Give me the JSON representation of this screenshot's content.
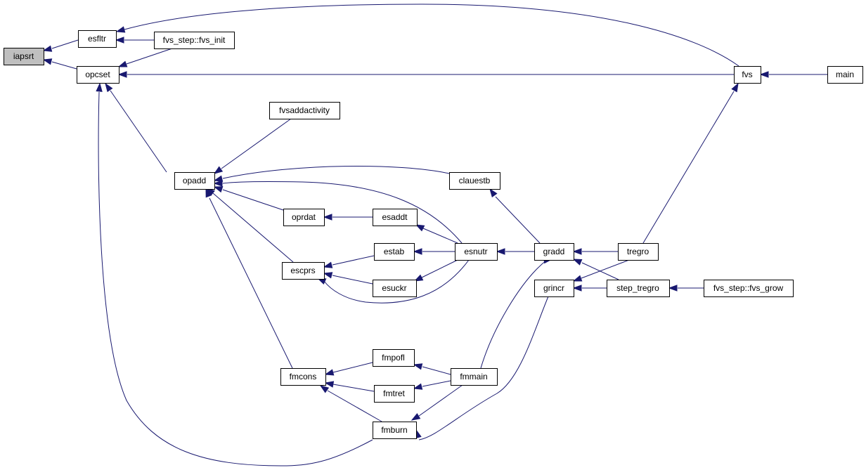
{
  "graph": {
    "nodes": [
      {
        "id": "iapsrt",
        "label": "iapsrt",
        "highlighted": true
      },
      {
        "id": "esfltr",
        "label": "esfltr"
      },
      {
        "id": "fvs_init",
        "label": "fvs_step::fvs_init"
      },
      {
        "id": "opcset",
        "label": "opcset"
      },
      {
        "id": "fvs",
        "label": "fvs"
      },
      {
        "id": "main",
        "label": "main"
      },
      {
        "id": "fvsaddactivity",
        "label": "fvsaddactivity"
      },
      {
        "id": "opadd",
        "label": "opadd"
      },
      {
        "id": "clauestb",
        "label": "clauestb"
      },
      {
        "id": "oprdat",
        "label": "oprdat"
      },
      {
        "id": "esaddt",
        "label": "esaddt"
      },
      {
        "id": "estab",
        "label": "estab"
      },
      {
        "id": "esnutr",
        "label": "esnutr"
      },
      {
        "id": "gradd",
        "label": "gradd"
      },
      {
        "id": "tregro",
        "label": "tregro"
      },
      {
        "id": "escprs",
        "label": "escprs"
      },
      {
        "id": "esuckr",
        "label": "esuckr"
      },
      {
        "id": "grincr",
        "label": "grincr"
      },
      {
        "id": "step_tregro",
        "label": "step_tregro"
      },
      {
        "id": "fvs_grow",
        "label": "fvs_step::fvs_grow"
      },
      {
        "id": "fmpofl",
        "label": "fmpofl"
      },
      {
        "id": "fmcons",
        "label": "fmcons"
      },
      {
        "id": "fmmain",
        "label": "fmmain"
      },
      {
        "id": "fmtret",
        "label": "fmtret"
      },
      {
        "id": "fmburn",
        "label": "fmburn"
      }
    ],
    "edges": [
      {
        "from": "esfltr",
        "to": "iapsrt"
      },
      {
        "from": "opcset",
        "to": "iapsrt"
      },
      {
        "from": "fvs_init",
        "to": "esfltr"
      },
      {
        "from": "fvs",
        "to": "esfltr"
      },
      {
        "from": "fvs_init",
        "to": "opcset"
      },
      {
        "from": "fvs",
        "to": "opcset"
      },
      {
        "from": "opadd",
        "to": "opcset"
      },
      {
        "from": "fmburn",
        "to": "opcset"
      },
      {
        "from": "main",
        "to": "fvs"
      },
      {
        "from": "tregro",
        "to": "fvs"
      },
      {
        "from": "fvsaddactivity",
        "to": "opadd"
      },
      {
        "from": "clauestb",
        "to": "opadd"
      },
      {
        "from": "esnutr",
        "to": "opadd"
      },
      {
        "from": "oprdat",
        "to": "opadd"
      },
      {
        "from": "escprs",
        "to": "opadd"
      },
      {
        "from": "fmcons",
        "to": "opadd"
      },
      {
        "from": "gradd",
        "to": "clauestb"
      },
      {
        "from": "esaddt",
        "to": "oprdat"
      },
      {
        "from": "esnutr",
        "to": "esaddt"
      },
      {
        "from": "esnutr",
        "to": "estab"
      },
      {
        "from": "estab",
        "to": "escprs"
      },
      {
        "from": "esuckr",
        "to": "escprs"
      },
      {
        "from": "esnutr",
        "to": "escprs"
      },
      {
        "from": "esnutr",
        "to": "esuckr"
      },
      {
        "from": "gradd",
        "to": "esnutr"
      },
      {
        "from": "tregro",
        "to": "gradd"
      },
      {
        "from": "step_tregro",
        "to": "gradd"
      },
      {
        "from": "tregro",
        "to": "grincr"
      },
      {
        "from": "step_tregro",
        "to": "grincr"
      },
      {
        "from": "fvs_grow",
        "to": "step_tregro"
      },
      {
        "from": "grincr",
        "to": "fmmain"
      },
      {
        "from": "fmpofl",
        "to": "fmcons"
      },
      {
        "from": "fmtret",
        "to": "fmcons"
      },
      {
        "from": "fmburn",
        "to": "fmcons"
      },
      {
        "from": "fmmain",
        "to": "fmpofl"
      },
      {
        "from": "fmmain",
        "to": "fmtret"
      },
      {
        "from": "fmmain",
        "to": "fmburn"
      },
      {
        "from": "fmmain",
        "to": "gradd"
      }
    ]
  }
}
